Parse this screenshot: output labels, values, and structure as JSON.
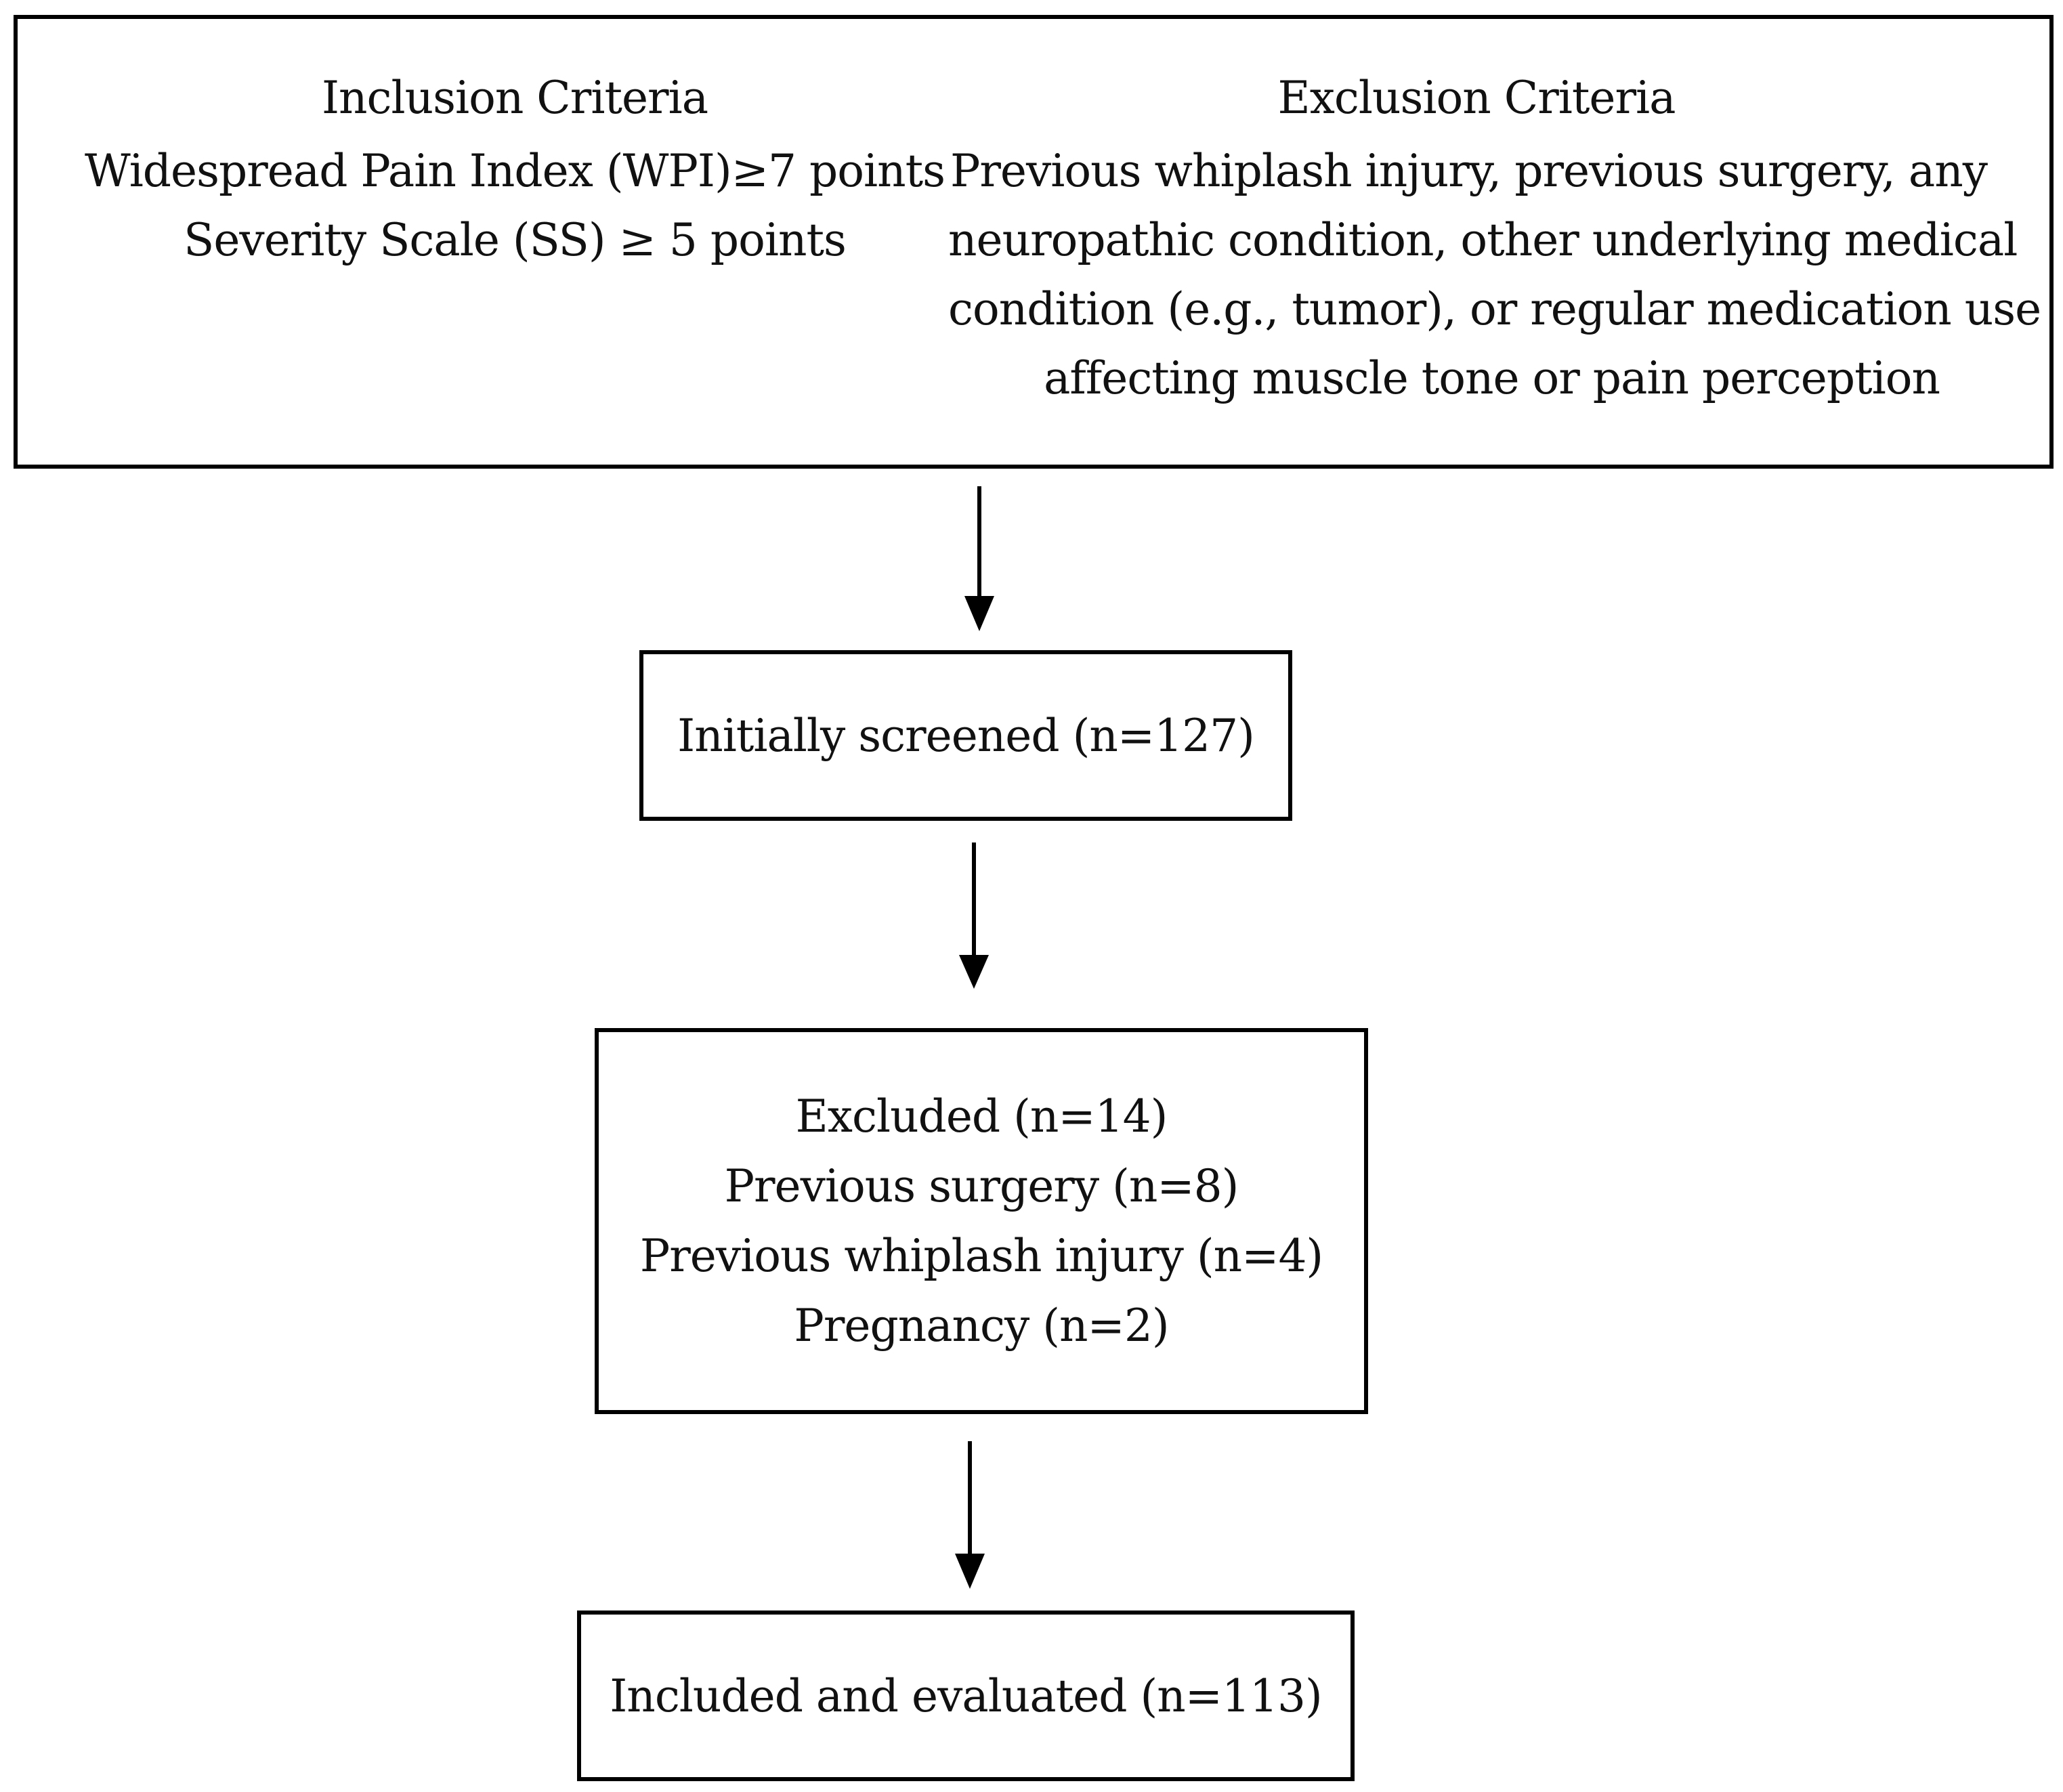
{
  "criteria": {
    "inclusion": {
      "title": "Inclusion Criteria",
      "lines": [
        "Widespread Pain Index (WPI)≥7 points",
        "Severity Scale (SS) ≥ 5 points"
      ]
    },
    "exclusion": {
      "title": "Exclusion Criteria",
      "lines": [
        "Previous whiplash injury, previous surgery, any",
        "neuropathic condition, other underlying medical",
        "condition (e.g., tumor), or regular medication use",
        "affecting muscle tone or pain perception"
      ]
    }
  },
  "screened": {
    "label": "Initially screened (n=127)"
  },
  "excluded": {
    "lines": [
      "Excluded (n=14)",
      "Previous surgery (n=8)",
      "Previous whiplash injury (n=4)",
      "Pregnancy (n=2)"
    ]
  },
  "included": {
    "label": "Included and evaluated (n=113)"
  },
  "colors": {
    "stroke": "#000000",
    "text": "#111111",
    "background": "#ffffff"
  }
}
